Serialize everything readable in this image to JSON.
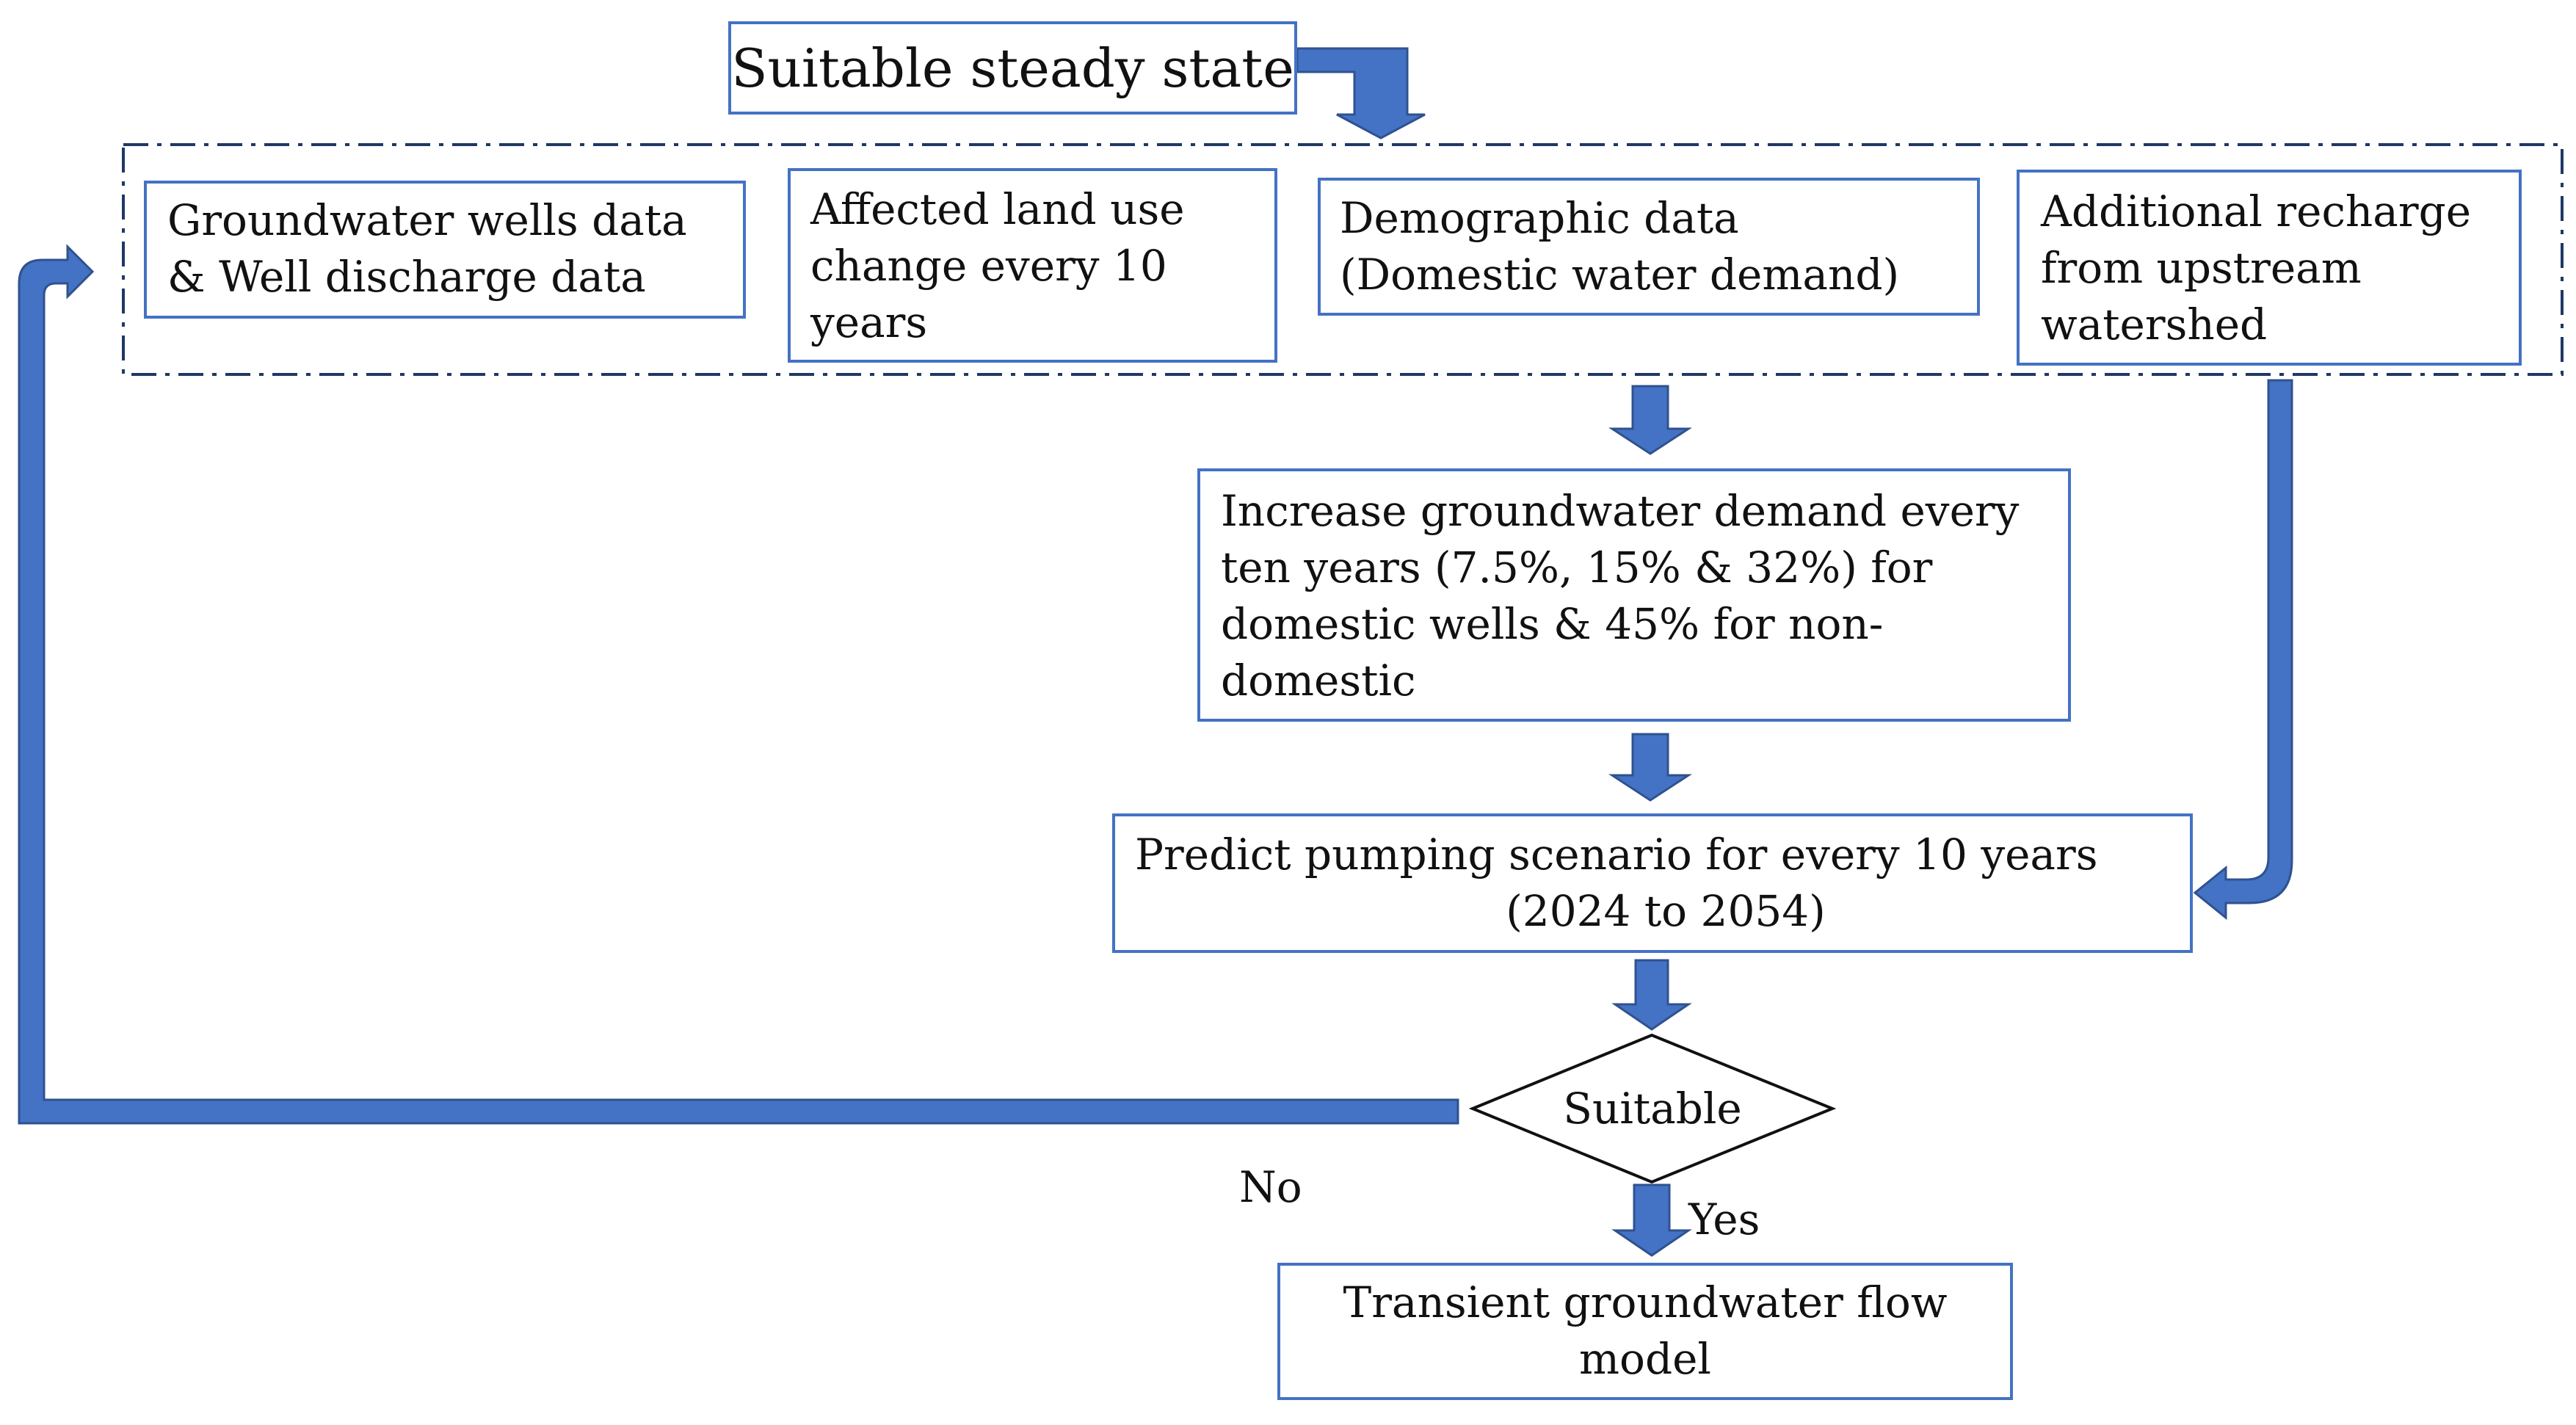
{
  "steady_state": {
    "lines": [
      "Suitable steady state"
    ]
  },
  "inputs": [
    {
      "lines": [
        "Groundwater wells data",
        "& Well discharge data"
      ]
    },
    {
      "lines": [
        "Affected land use",
        "change every 10",
        "years"
      ]
    },
    {
      "lines": [
        "Demographic data",
        "(Domestic water demand)"
      ]
    },
    {
      "lines": [
        "Additional recharge",
        "from upstream",
        "watershed"
      ]
    }
  ],
  "demand": {
    "lines": [
      "Increase groundwater demand every",
      "ten years (7.5%, 15% & 32%) for",
      "domestic wells & 45% for non-",
      "domestic"
    ]
  },
  "predict": {
    "lines": [
      "Predict pumping scenario for every 10 years",
      "(2024 to 2054)"
    ]
  },
  "decision": {
    "label": "Suitable"
  },
  "edge_labels": {
    "no": "No",
    "yes": "Yes"
  },
  "transient": {
    "lines": [
      "Transient groundwater flow",
      "model"
    ]
  },
  "colors": {
    "border": "#4472C4",
    "arrow_fill": "#4472C4",
    "arrow_stroke": "#2F528F",
    "dash": "#1F3864"
  }
}
